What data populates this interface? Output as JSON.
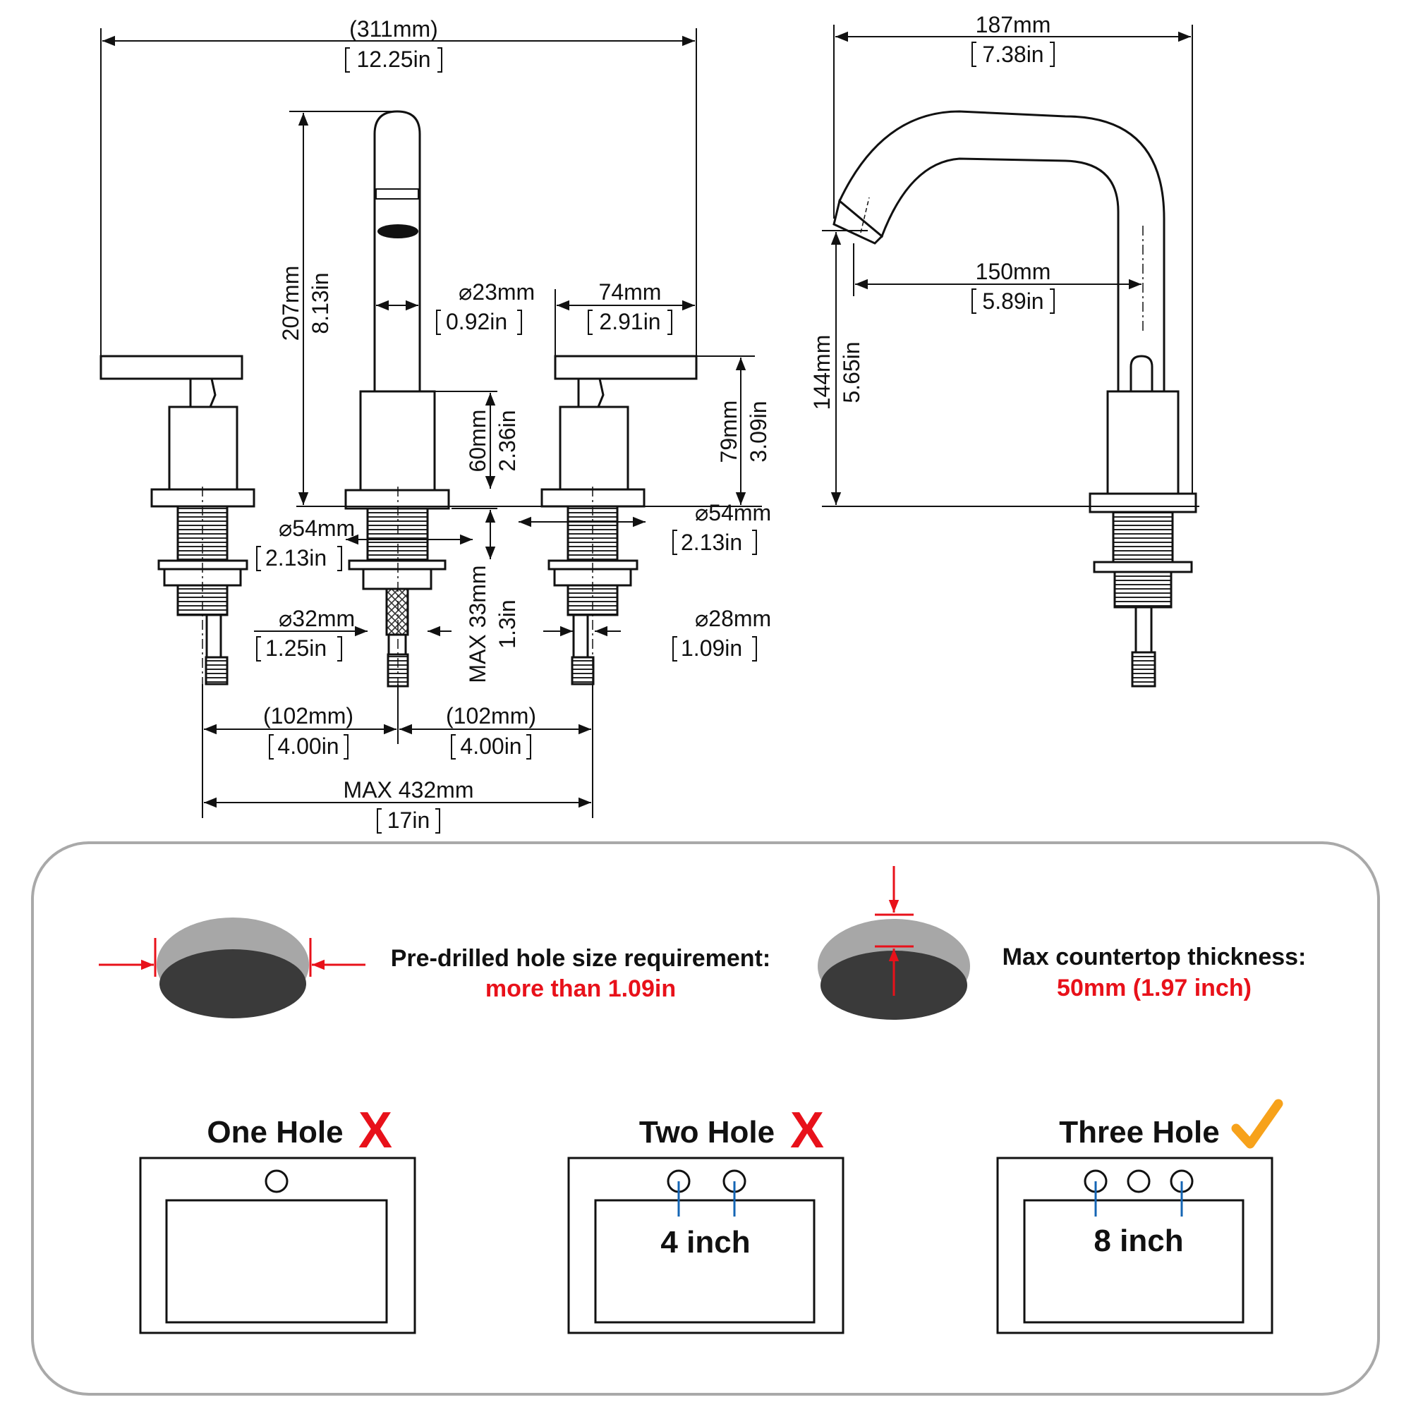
{
  "front": {
    "overall_width": {
      "mm": "(311mm)",
      "in": "12.25in"
    },
    "height": {
      "mm": "207mm",
      "in": "8.13in"
    },
    "spout_dia": {
      "mm": "23mm",
      "in": "0.92in"
    },
    "handle_len": {
      "mm": "74mm",
      "in": "2.91in"
    },
    "body_height": {
      "mm": "60mm",
      "in": "2.36in"
    },
    "handle_height": {
      "mm": "79mm",
      "in": "3.09in"
    },
    "flange_left": {
      "mm": "54mm",
      "in": "2.13in"
    },
    "flange_right": {
      "mm": "54mm",
      "in": "2.13in"
    },
    "shank_32": {
      "mm": "32mm",
      "in": "1.25in"
    },
    "shank_28": {
      "mm": "28mm",
      "in": "1.09in"
    },
    "max_thread": {
      "mm": "MAX 33mm",
      "in": "1.3in"
    },
    "spacing_left": {
      "mm": "(102mm)",
      "in": "4.00in"
    },
    "spacing_right": {
      "mm": "(102mm)",
      "in": "4.00in"
    },
    "max_span": {
      "mm": "MAX 432mm",
      "in": "17in"
    }
  },
  "side": {
    "depth": {
      "mm": "187mm",
      "in": "7.38in"
    },
    "reach": {
      "mm": "150mm",
      "in": "5.89in"
    },
    "spout_height": {
      "mm": "144mm",
      "in": "5.65in"
    }
  },
  "requirements": {
    "hole_title": "Pre-drilled hole size requirement:",
    "hole_value": "more than 1.09in",
    "thickness_title": "Max countertop thickness:",
    "thickness_value": "50mm (1.97 inch)"
  },
  "sinks": [
    {
      "label": "One Hole",
      "status": "X",
      "measure": ""
    },
    {
      "label": "Two Hole",
      "status": "X",
      "measure": "4 inch"
    },
    {
      "label": "Three Hole",
      "status": "check",
      "measure": "8 inch"
    }
  ],
  "colors": {
    "accent_red": "#e8111a",
    "check_orange": "#f7a21b",
    "guide_blue": "#1465b4",
    "panel_border": "#a9a9a9"
  }
}
